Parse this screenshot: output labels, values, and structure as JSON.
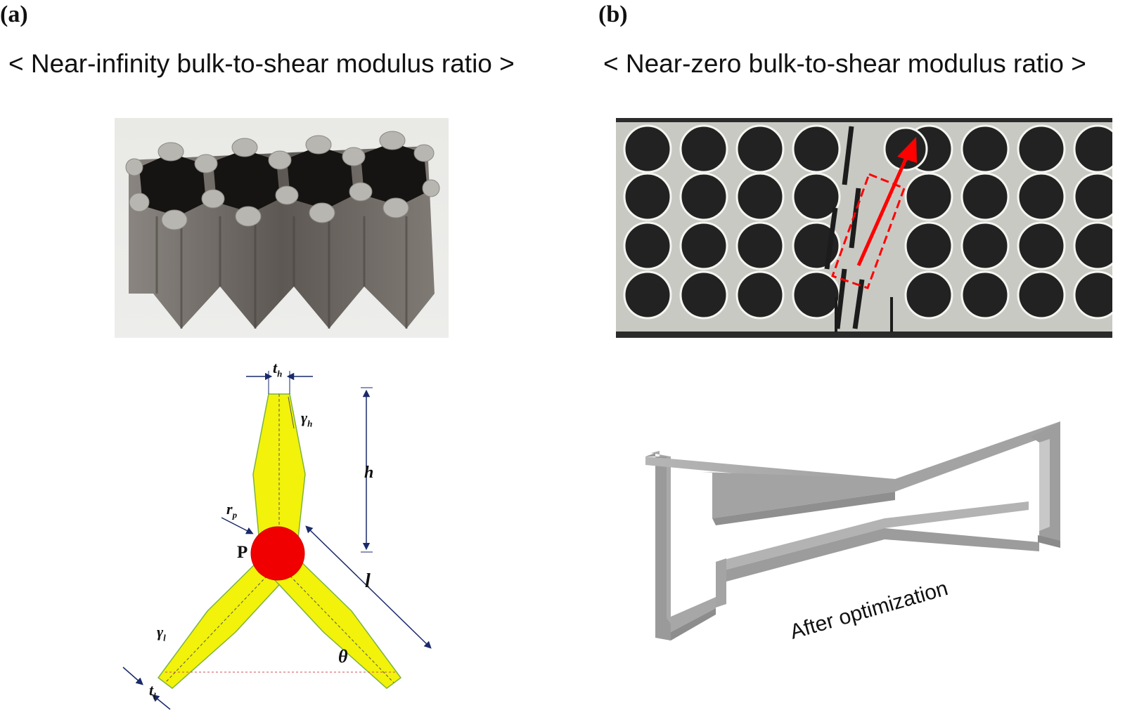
{
  "panels": [
    {
      "label": "(a)",
      "heading": "< Near-infinity bulk-to-shear modulus ratio >",
      "diagram_labels": {
        "t_h": "t",
        "t_h_sub": "h",
        "gamma_h": "γ",
        "gamma_h_sub": "h",
        "h": "h",
        "r_p": "r",
        "r_p_sub": "p",
        "P": "P",
        "l": "l",
        "gamma_l": "γ",
        "gamma_l_sub": "l",
        "theta": "θ",
        "t_l": "t",
        "t_l_sub": "l"
      }
    },
    {
      "label": "(b)",
      "heading": "< Near-zero bulk-to-shear modulus ratio >",
      "caption": "After optimization"
    }
  ],
  "colors": {
    "strut_fill": "#f2f20a",
    "node_fill": "#f00000",
    "arrow": "#ff0000",
    "frame_gray": "#9a9a9a"
  }
}
